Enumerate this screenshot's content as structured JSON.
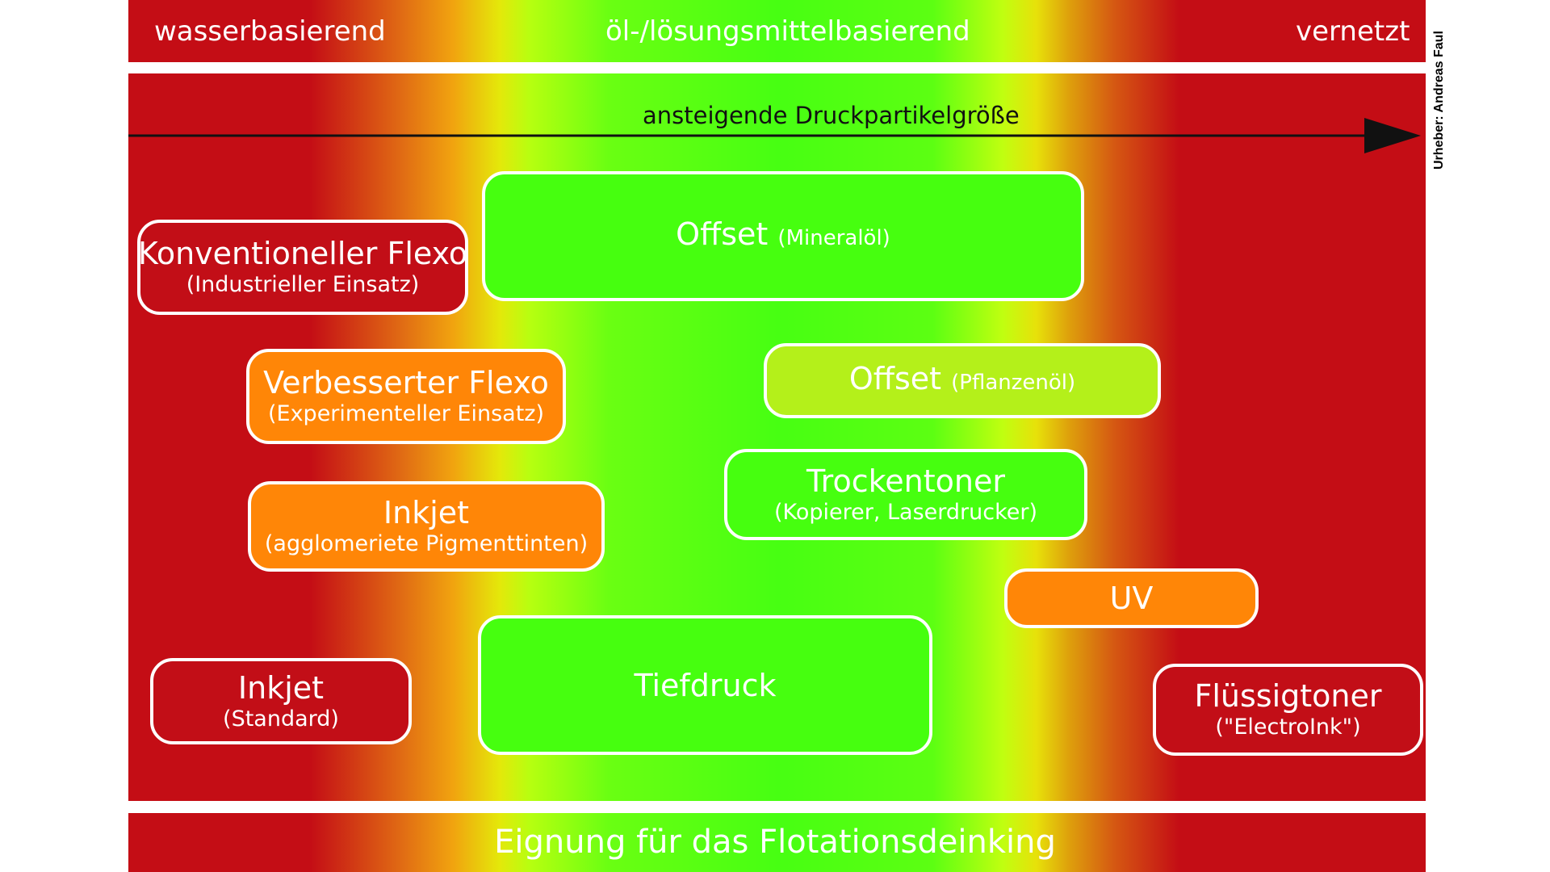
{
  "categories": {
    "water": "wasserbasierend",
    "oil": "öl-/lösungsmittelbasierend",
    "crosslinked": "vernetzt"
  },
  "axis": {
    "label": "ansteigende Druckpartikelgröße"
  },
  "credit": "Urheber: Andreas Faul",
  "footer": "Eignung für das Flotationsdeinking",
  "colors": {
    "red": "#c20e17",
    "orange": "#ff8607",
    "green": "#46ff0f",
    "light_green": "#b4f01a"
  },
  "boxes": {
    "konventioneller_flexo": {
      "main": "Konventioneller Flexo",
      "sub": "(Industrieller Einsatz)"
    },
    "offset_mineraloel": {
      "main": "Offset",
      "sub": "(Mineralöl)"
    },
    "verbesserter_flexo": {
      "main": "Verbesserter Flexo",
      "sub": "(Experimenteller Einsatz)"
    },
    "offset_pflanzenoel": {
      "main": "Offset",
      "sub": "(Pflanzenöl)"
    },
    "inkjet_agglomeriert": {
      "main": "Inkjet",
      "sub": "(agglomeriete Pigmenttinten)"
    },
    "trockentoner": {
      "main": "Trockentoner",
      "sub": "(Kopierer, Laserdrucker)"
    },
    "uv": {
      "main": "UV"
    },
    "inkjet_standard": {
      "main": "Inkjet",
      "sub": "(Standard)"
    },
    "tiefdruck": {
      "main": "Tiefdruck"
    },
    "fluessigtoner": {
      "main": "Flüssigtoner",
      "sub": "(\"ElectroInk\")"
    }
  }
}
